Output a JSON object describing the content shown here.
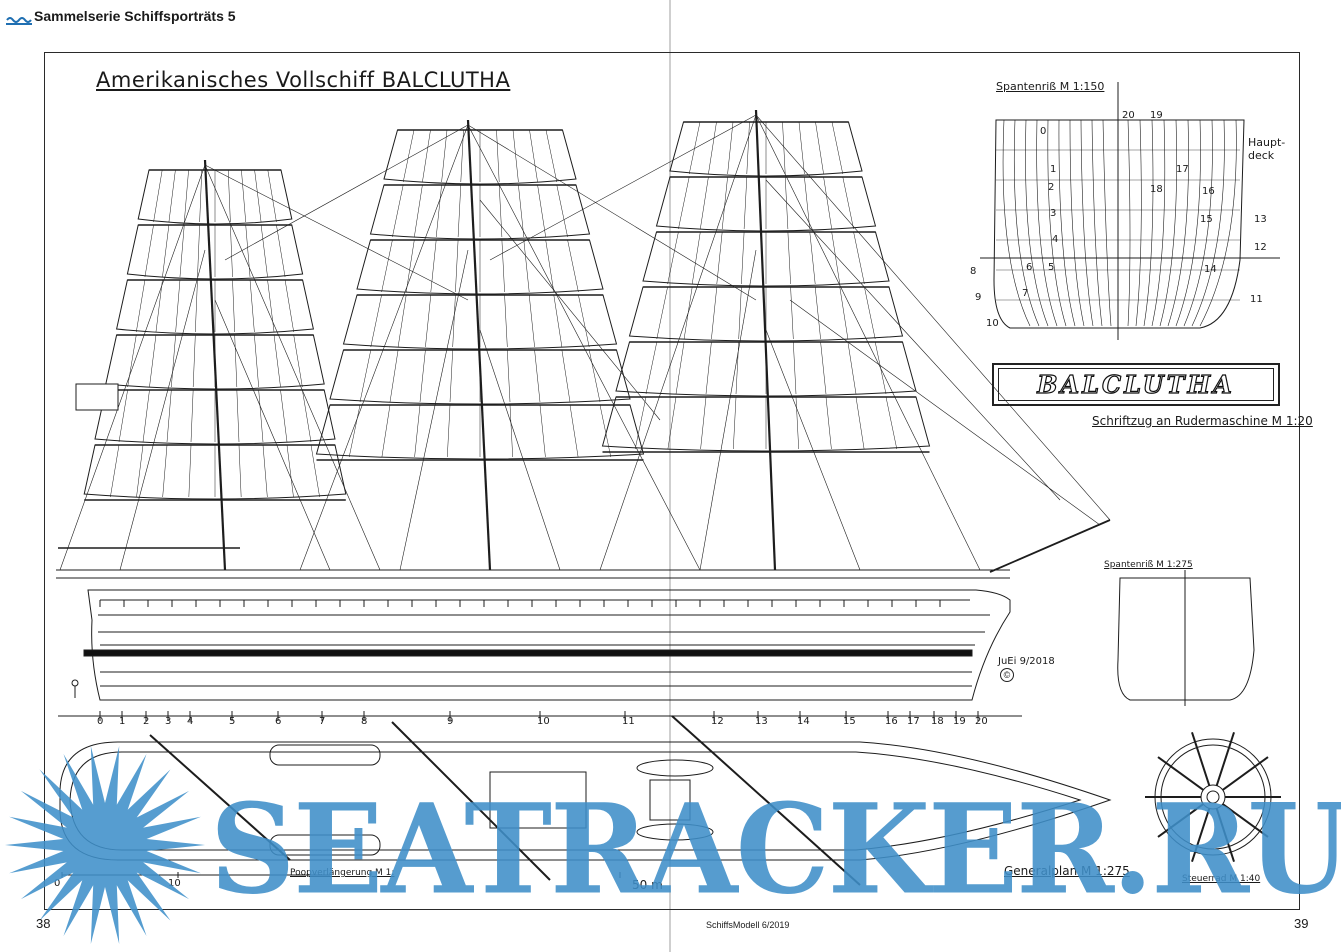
{
  "header": {
    "title": "Sammelserie Schiffsporträts 5"
  },
  "plan": {
    "title": "Amerikanisches Vollschiff BALCLUTHA",
    "body_plan_label": "Spantenriß M 1:150",
    "body_plan_small_label": "Spantenriß M 1:275",
    "wordmark": "BALCLUTHA",
    "wordmark_caption": "Schriftzug an Rudermaschine M 1:20",
    "signature": "JuEi 9/2018",
    "copyright": "©",
    "general_plan_label": "Generalplan M 1:275",
    "poop_label": "Poopverlängerung M 1:",
    "steering_label": "Steuerrad M 1:40",
    "deck_label": "Haupt-\ndeck",
    "scale_marks": [
      "0",
      "10",
      "50 m"
    ],
    "stations": [
      "0",
      "1",
      "2",
      "3",
      "4",
      "5",
      "6",
      "7",
      "8",
      "9",
      "10",
      "11",
      "12",
      "13",
      "14",
      "15",
      "16",
      "17",
      "18",
      "19",
      "20"
    ],
    "body_plan_numbers": [
      "0",
      "1",
      "2",
      "3",
      "4",
      "5",
      "6",
      "7",
      "8",
      "9",
      "10",
      "11",
      "12",
      "13",
      "14",
      "15",
      "16",
      "17",
      "18",
      "19",
      "20"
    ]
  },
  "footer": {
    "page_left": "38",
    "magazine": "SchiffsModell  6/2019",
    "page_right": "39"
  },
  "watermark": {
    "text": "SEATRACKER.RU",
    "color": "#3f8fc9"
  }
}
